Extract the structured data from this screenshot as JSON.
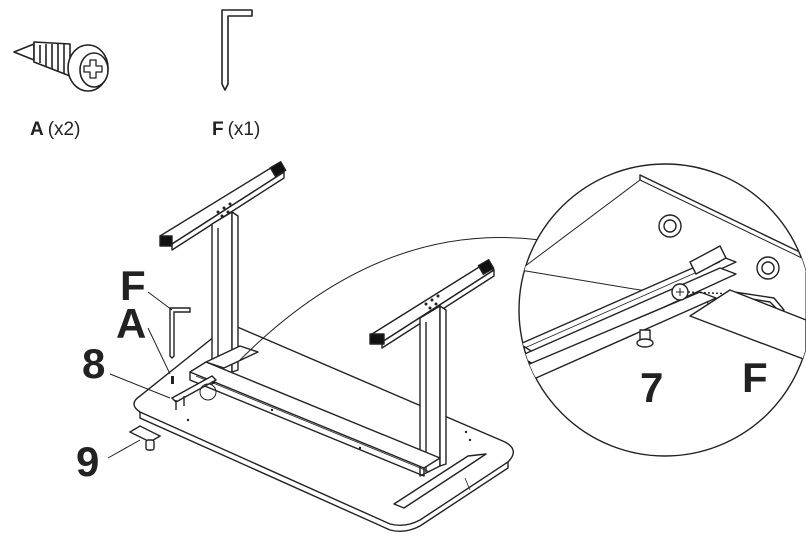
{
  "parts": [
    {
      "letter": "A",
      "qty": "(x2)",
      "icon": "screw-icon"
    },
    {
      "letter": "F",
      "qty": "(x1)",
      "icon": "allen-key-icon"
    }
  ],
  "callouts": {
    "f_left": "F",
    "a_left": "A",
    "num_8": "8",
    "num_9": "9",
    "num_7": "7",
    "f_right": "F"
  }
}
